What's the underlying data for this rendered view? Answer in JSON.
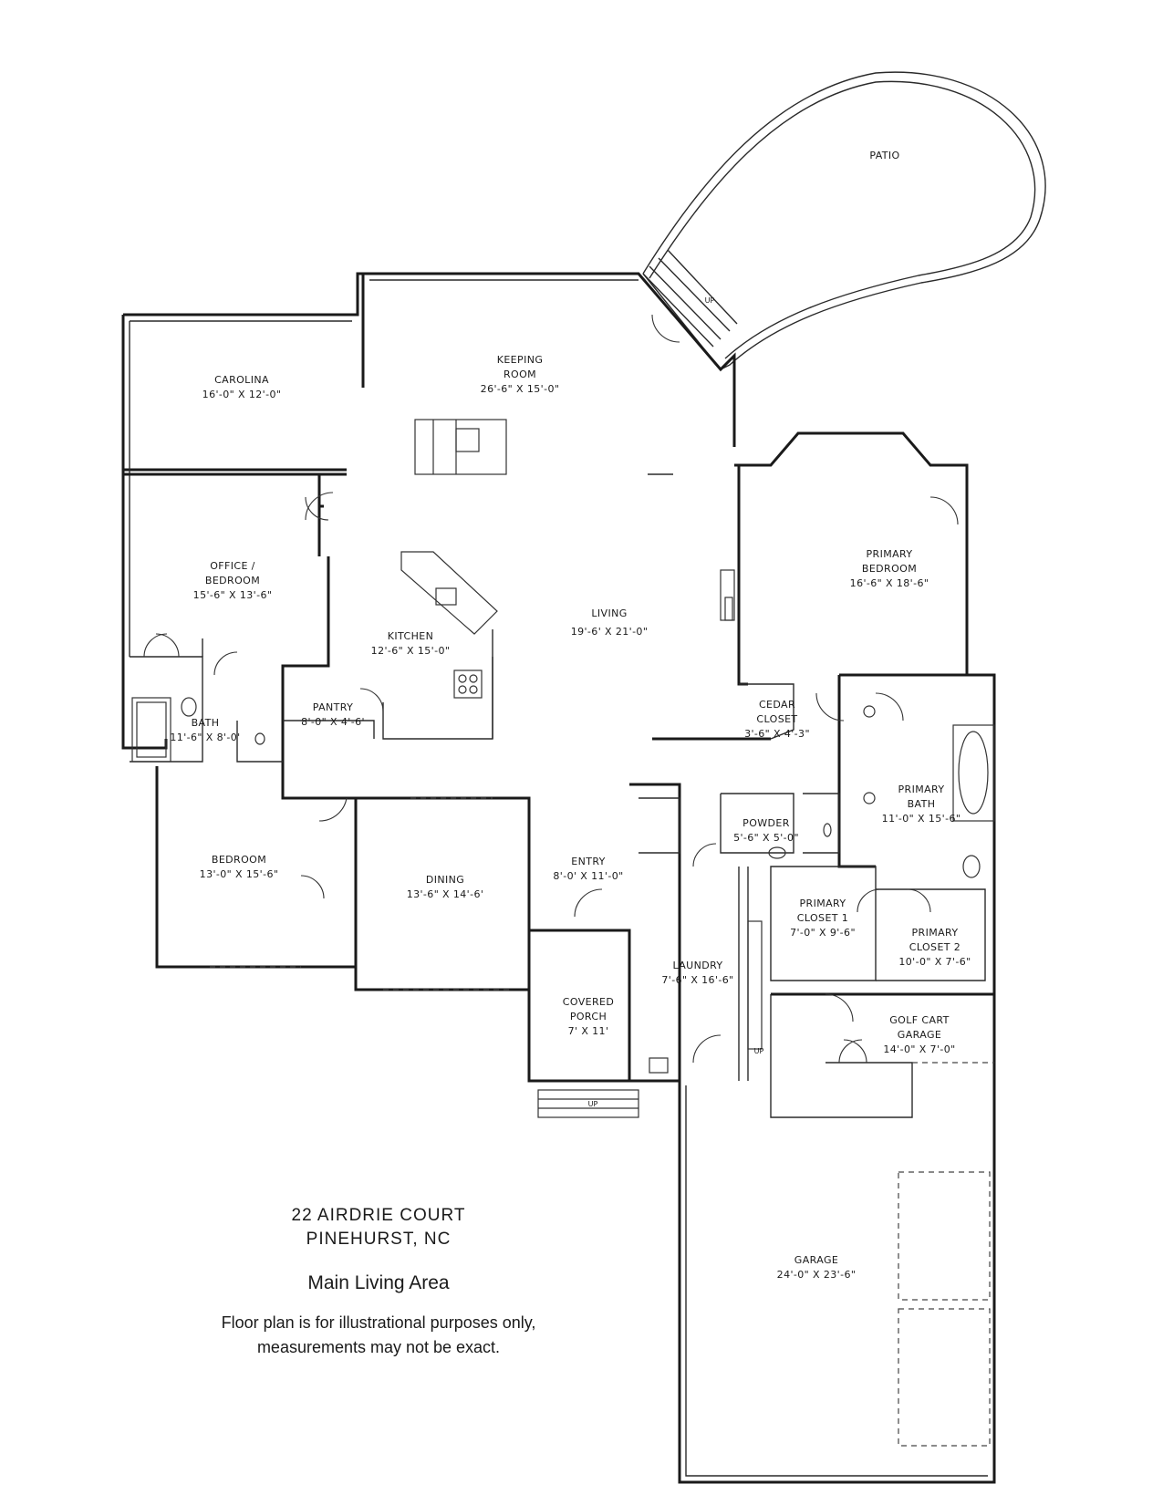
{
  "rooms": {
    "patio": {
      "name": "PATIO"
    },
    "keeping_room": {
      "name1": "KEEPING",
      "name2": "ROOM",
      "dims": "26'-6\" X 15'-0\""
    },
    "carolina": {
      "name": "CAROLINA",
      "dims": "16'-0\" X 12'-0\""
    },
    "office": {
      "name1": "OFFICE /",
      "name2": "BEDROOM",
      "dims": "15'-6\" X 13'-6\""
    },
    "kitchen": {
      "name": "KITCHEN",
      "dims": "12'-6\" X 15'-0\""
    },
    "living": {
      "name": "LIVING",
      "dims": "19'-6' X 21'-0\""
    },
    "primary_bedroom": {
      "name1": "PRIMARY",
      "name2": "BEDROOM",
      "dims": "16'-6\" X 18'-6\""
    },
    "pantry": {
      "name": "PANTRY",
      "dims": "8'-0\" X 4'-6'"
    },
    "bath": {
      "name": "BATH",
      "dims": "11'-6\" X 8'-0'"
    },
    "cedar_closet": {
      "name1": "CEDAR",
      "name2": "CLOSET",
      "dims": "3'-6\" X 4'-3\""
    },
    "primary_bath": {
      "name1": "PRIMARY",
      "name2": "BATH",
      "dims": "11'-0\" X 15'-6\""
    },
    "powder": {
      "name": "POWDER",
      "dims": "5'-6\" X 5'-0\""
    },
    "bedroom": {
      "name": "BEDROOM",
      "dims": "13'-0\" X 15'-6\""
    },
    "dining": {
      "name": "DINING",
      "dims": "13'-6\" X 14'-6'"
    },
    "entry": {
      "name": "ENTRY",
      "dims": "8'-0' X 11'-0\""
    },
    "primary_closet_1": {
      "name1": "PRIMARY",
      "name2": "CLOSET 1",
      "dims": "7'-0\" X 9'-6\""
    },
    "primary_closet_2": {
      "name1": "PRIMARY",
      "name2": "CLOSET 2",
      "dims": "10'-0\" X 7'-6\""
    },
    "laundry": {
      "name": "LAUNDRY",
      "dims": "7'-6\" X 16'-6\""
    },
    "covered_porch": {
      "name1": "COVERED",
      "name2": "PORCH",
      "dims": "7' X 11'"
    },
    "golf_cart_garage": {
      "name1": "GOLF CART",
      "name2": "GARAGE",
      "dims": "14'-0\" X 7'-0\""
    },
    "garage": {
      "name": "GARAGE",
      "dims": "24'-0\" X 23'-6\""
    }
  },
  "stair_labels": {
    "patio_steps": "UP",
    "porch_steps": "UP",
    "laundry_steps": "UP"
  },
  "caption": {
    "address_line1": "22 AIRDRIE COURT",
    "address_line2": "PINEHURST, NC",
    "area_title": "Main Living Area",
    "disclaimer_line1": "Floor plan is for illustrational purposes only,",
    "disclaimer_line2": "measurements may not be exact."
  }
}
